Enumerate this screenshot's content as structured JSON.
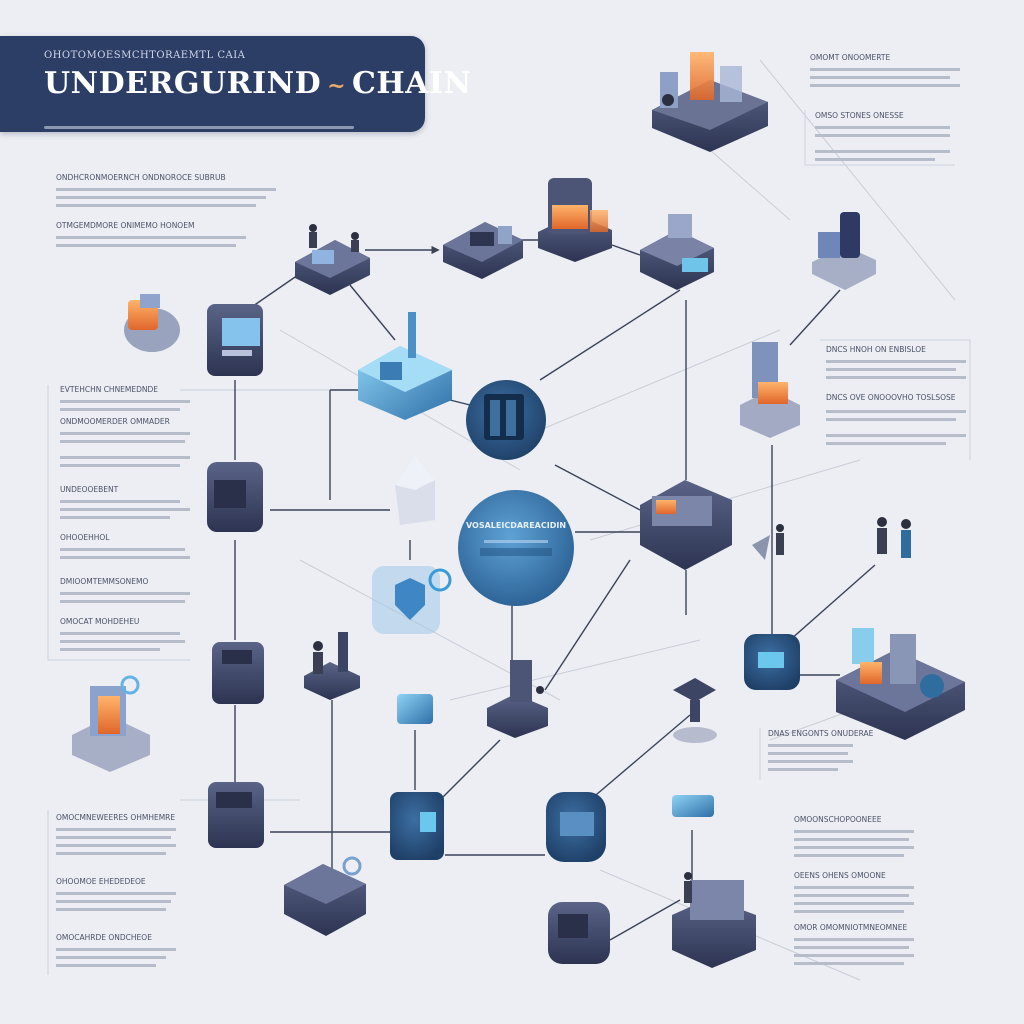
{
  "header": {
    "kicker": "OHOTOMOESMCHTORAEMTL CAIA",
    "title_left": "UNDERGURIND",
    "title_glyph": "~",
    "title_right": "CHAIN"
  },
  "hub_label": "VOSALEICDAREACIDIN",
  "colors": {
    "banner": "#2c3e66",
    "node_dark": "#3c4566",
    "node_blue": "#2f6fa8",
    "accent_orange": "#f08a3c",
    "accent_cyan": "#6cc7ef",
    "line": "#3a4258"
  },
  "callouts": {
    "top_right_1": "OMOMT ONOOMERTE",
    "top_right_2": "OMSO STONES ONESSE",
    "right_mid_1": "DNCS HNOH ON ENBISLOE",
    "right_mid_2": "DNCS OVE ONOOOVHO TOSLSOSE",
    "left_top_1": "ONDHCRONMOERNCH ONDNOROCE SUBRUB",
    "left_top_2": "OTMGEMDMORE ONIMEMO HONOEM",
    "left_mid_1": "EVTEHCHN CHNEMEDNDE",
    "left_mid_2": "ONDMOOMERDER OMMADER",
    "left_mid_3": "UNDEOOEBENT",
    "left_mid_4": "OHOOEHHOL",
    "left_mid_5": "DMIOOMTEMMSONEMO",
    "left_mid_6": "OMOCAT MOHDEHEU",
    "left_bottom_1": "OMOCMNEWEERES OHMHEMRE",
    "left_bottom_2": "OHOOMOE EHEDEDEOE",
    "left_bottom_3": "OMOCAHRDE ONDCHEOE",
    "right_lower_1": "DNAS ENGONTS ONUDERAE",
    "right_bottom_1": "OMOONSCHOPOONEEE",
    "right_bottom_2": "OEENS OHENS OMOONE",
    "right_bottom_3": "OMOR OMOMNIOTMNEOMNEE"
  },
  "icons": {
    "hub_globe": "globe-icon",
    "server": "server-icon",
    "machine": "machine-icon",
    "person": "person-icon",
    "shield": "shield-icon",
    "factory": "factory-icon"
  }
}
